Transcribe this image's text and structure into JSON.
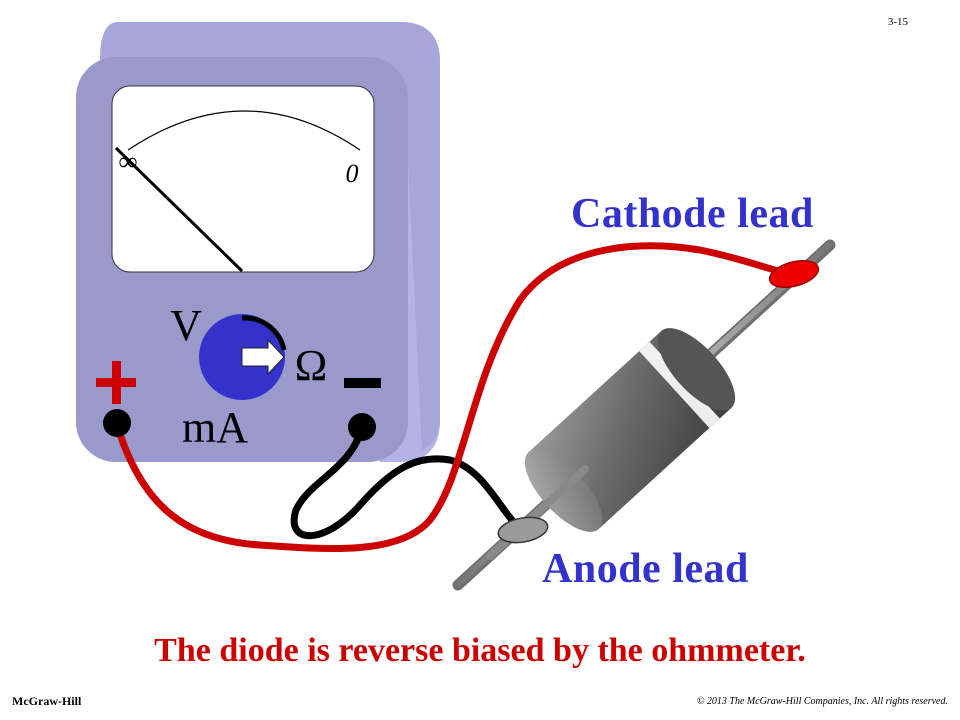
{
  "page_number": "3-15",
  "meter": {
    "scale_left": "∞",
    "scale_right": "0",
    "mode_voltage": "V",
    "mode_ohms": "Ω",
    "mode_current": "mA",
    "plus_symbol": "+",
    "minus_symbol": "−"
  },
  "labels": {
    "cathode": "Cathode lead",
    "anode": "Anode lead"
  },
  "caption": "The diode is reverse biased by the ohmmeter.",
  "footer": {
    "publisher": "McGraw-Hill",
    "copyright": "© 2013 The McGraw-Hill Companies, Inc. All rights reserved."
  },
  "colors": {
    "meter_body": "#9999cc",
    "meter_side": "#b3b3e6",
    "knob": "#3333cc",
    "red_lead": "#cc0000",
    "black_lead": "#000000",
    "label_blue": "#3333cc",
    "caption_red": "#cc0000"
  }
}
